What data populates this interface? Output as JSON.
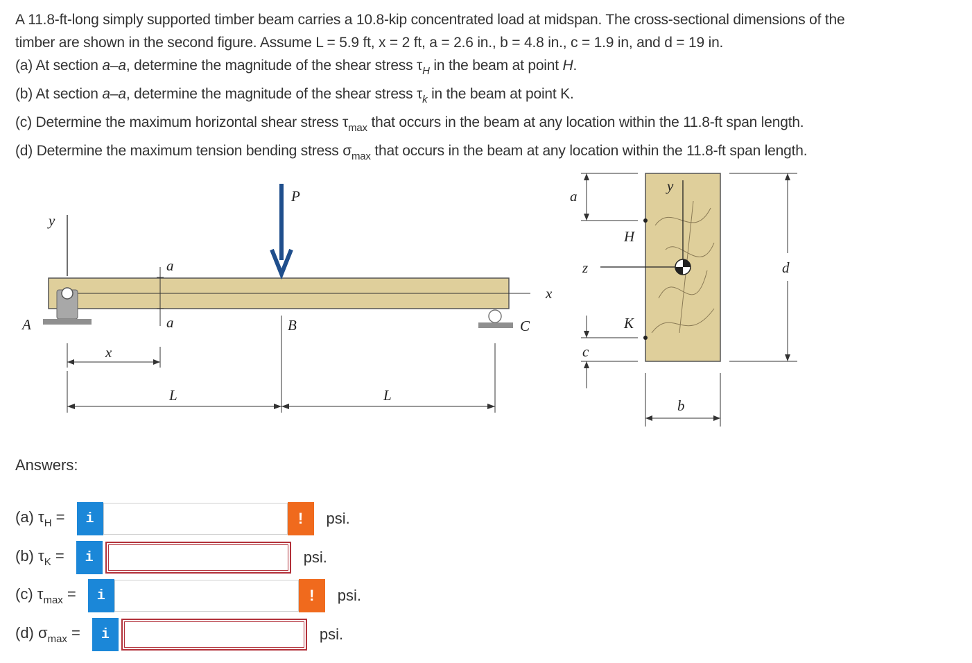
{
  "problem": {
    "line1": "A 11.8-ft-long simply supported timber beam carries a 10.8-kip concentrated load at midspan. The cross-sectional dimensions of the",
    "line2": "timber are shown in the second figure. Assume L = 5.9 ft, x = 2 ft, a = 2.6 in., b = 4.8 in., c = 1.9 in, and d = 19 in.",
    "part_a_pre": "(a) At section ",
    "part_a_sec": "a–a",
    "part_a_mid": ", determine the magnitude of the shear stress τ",
    "part_a_sub": "H",
    "part_a_post": " in the beam at point ",
    "part_a_pt": "H",
    "part_b_pre": "(b) At section ",
    "part_b_sec": "a–a",
    "part_b_mid": ", determine the magnitude of the shear stress τ",
    "part_b_sub": "k",
    "part_b_post": " in the beam at point K.",
    "part_c_pre": "(c) Determine the maximum horizontal shear stress τ",
    "part_c_sub": "max",
    "part_c_post": " that occurs in the beam at any location within the 11.8-ft span length.",
    "part_d_pre": "(d) Determine the maximum tension bending stress σ",
    "part_d_sub": "max",
    "part_d_post": " that occurs in the beam at any location within the 11.8-ft span length."
  },
  "figure": {
    "beam_labels": {
      "P": "P",
      "y": "y",
      "a_top": "a",
      "a_bottom": "a",
      "A": "A",
      "B": "B",
      "C": "C",
      "x_axis": "x",
      "x_dim": "x",
      "L_left": "L",
      "L_right": "L"
    },
    "section_labels": {
      "a": "a",
      "y": "y",
      "H": "H",
      "z": "z",
      "d": "d",
      "K": "K",
      "c": "c",
      "b": "b"
    },
    "colors": {
      "beam_fill": "#dfcf9b",
      "arrow": "#1f4e8c",
      "support": "#9a9a9a"
    }
  },
  "answers": {
    "heading": "Answers:",
    "rows": [
      {
        "label_pre": "(a) τ",
        "label_sub": "H",
        "label_post": " =",
        "info": "i",
        "value": "",
        "state": "warning",
        "warn": "!",
        "unit": "psi."
      },
      {
        "label_pre": "(b) τ",
        "label_sub": "K",
        "label_post": " =",
        "info": "i",
        "value": "",
        "state": "error",
        "unit": "psi."
      },
      {
        "label_pre": "(c) τ",
        "label_sub": "max",
        "label_post": " =",
        "info": "i",
        "value": "",
        "state": "warning",
        "warn": "!",
        "unit": "psi."
      },
      {
        "label_pre": "(d) σ",
        "label_sub": "max",
        "label_post": " =",
        "info": "i",
        "value": "",
        "state": "error",
        "unit": "psi."
      }
    ]
  }
}
